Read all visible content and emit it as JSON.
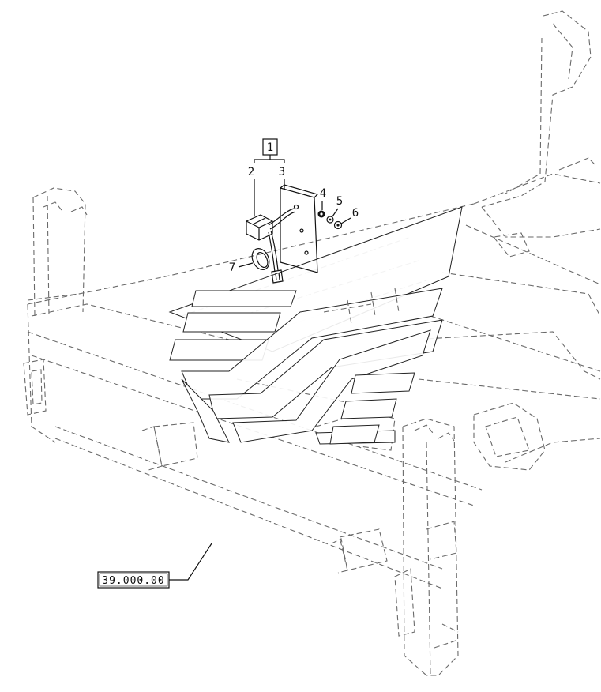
{
  "callouts": {
    "group": "1",
    "item2": "2",
    "item3": "3",
    "item4": "4",
    "item5": "5",
    "item6": "6",
    "item7": "7"
  },
  "reference": {
    "label": "39.000.00"
  }
}
